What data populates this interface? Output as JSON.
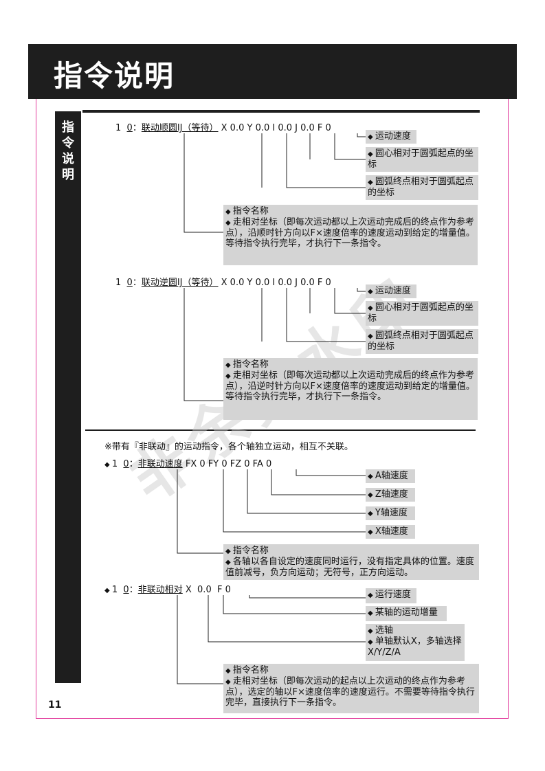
{
  "header": {
    "title": "指令说明"
  },
  "sidebar": {
    "label": "指令说明"
  },
  "watermark": "非余数水印",
  "blocks": [
    {
      "prefix": "1  ",
      "num": "0",
      "name": "联动顺圆IJ（等待）",
      "params": " X 0.0 Y 0.0 I 0.0 J 0.0 F 0",
      "boxes": [
        "运动速度",
        "圆心相对于圆弧起点的坐标",
        "圆弧终点相对于圆弧起点的坐标"
      ],
      "desc": [
        "指令名称",
        "走相对坐标（即每次运动都以上次运动完成后的终点作为参考点），沿顺时针方向以F×速度倍率的速度运动到给定的增量值。等待指令执行完毕，才执行下一条指令。"
      ]
    },
    {
      "prefix": "1  ",
      "num": "0",
      "name": "联动逆圆IJ（等待）",
      "params": " X 0.0 Y 0.0 I 0.0 J 0.0 F 0",
      "boxes": [
        "运动速度",
        "圆心相对于圆弧起点的坐标",
        "圆弧终点相对于圆弧起点的坐标"
      ],
      "desc": [
        "指令名称",
        "走相对坐标（即每次运动都以上次运动完成后的终点作为参考点），沿逆时针方向以F×速度倍率的速度运动到给定的增量值。等待指令执行完毕，才执行下一条指令。"
      ]
    }
  ],
  "note": "※带有『非联动』的运动指令，各个轴独立运动，相互不关联。",
  "block3": {
    "prefix": "1  ",
    "num": "0",
    "name": "非联动速度",
    "params": " FX 0 FY 0 FZ 0 FA 0",
    "boxes": [
      "A轴速度",
      "Z轴速度",
      "Y轴速度",
      "X轴速度"
    ],
    "desc": [
      "指令名称",
      "各轴以各自设定的速度同时运行，没有指定具体的位置。速度值前减号，负方向运动；无符号，正方向运动。"
    ]
  },
  "block4": {
    "prefix": "1  ",
    "num": "0",
    "name": "非联动相对",
    "params": " X  0.0  F 0",
    "boxes": [
      "运行速度",
      "某轴的运动增量"
    ],
    "axisbox": [
      "选轴",
      "单轴默认X，多轴选择X/Y/Z/A"
    ],
    "desc": [
      "指令名称",
      "走相对坐标（即每次运动的起点以上次运动的终点作为参考点），选定的轴以F×速度倍率的速度运行。不需要等待指令执行完毕，直接执行下一条指令。"
    ]
  },
  "page_number": "11"
}
